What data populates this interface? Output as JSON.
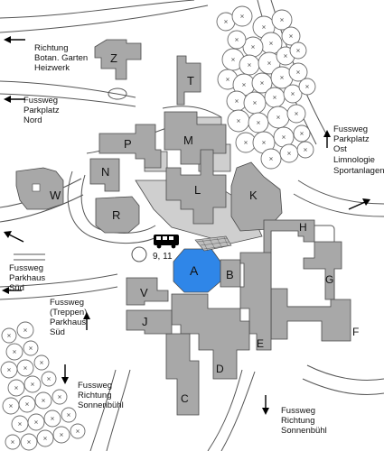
{
  "buildings": {
    "Z": "Z",
    "T": "T",
    "M": "M",
    "P": "P",
    "N": "N",
    "W": "W",
    "R": "R",
    "L": "L",
    "K": "K",
    "H": "H",
    "A": "A",
    "B": "B",
    "G": "G",
    "V": "V",
    "J": "J",
    "E": "E",
    "F": "F",
    "D": "D",
    "C": "C"
  },
  "bus_stop": {
    "routes": "9, 11",
    "icon": "bus-icon"
  },
  "colors": {
    "building_dark": "#a8a8a8",
    "building_light": "#cfcfcf",
    "highlight_building": "#2f86e8",
    "background": "#ffffff"
  },
  "labels": {
    "botan": [
      "Richtung",
      "Botan. Garten",
      "Heizwerk"
    ],
    "parkplatz_nord": [
      "Fussweg",
      "Parkplatz",
      "Nord"
    ],
    "parkplatz_ost": [
      "Fussweg",
      "Parkplatz",
      "Ost",
      "Limnologie",
      "Sportanlagen"
    ],
    "parkhaus_sued": [
      "Fussweg",
      "Parkhaus",
      "Süd"
    ],
    "treppen": [
      "Fussweg",
      "(Treppen)",
      "Parkhaus",
      "Süd"
    ],
    "sonnenbuehl_left": [
      "Fussweg",
      "Richtung",
      "Sonnenbühl"
    ],
    "sonnenbuehl_right": [
      "Fussweg",
      "Richtung",
      "Sonnenbühl"
    ]
  }
}
